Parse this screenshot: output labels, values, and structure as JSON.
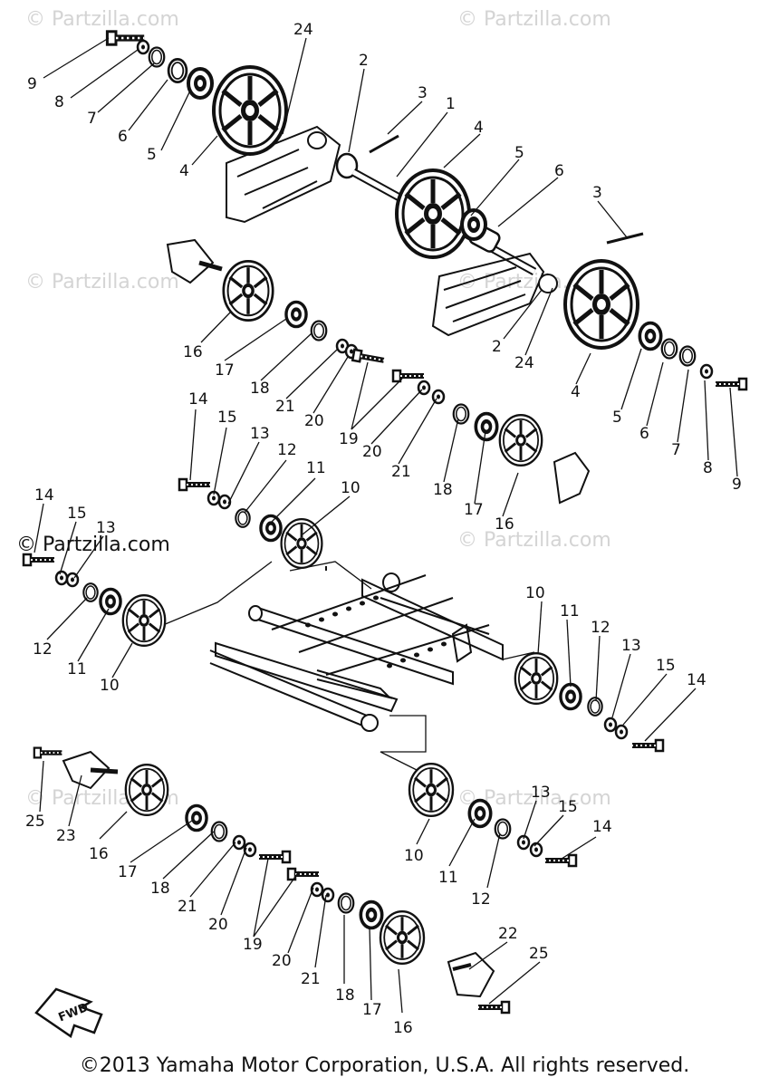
{
  "watermark": {
    "text": "© Partzilla.com"
  },
  "copyright": "©2013 Yamaha Motor Corporation, U.S.A. All rights reserved.",
  "fwd_label": "FWD",
  "part_numbers": [
    "1",
    "2",
    "3",
    "4",
    "5",
    "6",
    "7",
    "8",
    "9",
    "10",
    "11",
    "12",
    "13",
    "14",
    "15",
    "16",
    "17",
    "18",
    "19",
    "20",
    "21",
    "22",
    "23",
    "24",
    "25"
  ]
}
